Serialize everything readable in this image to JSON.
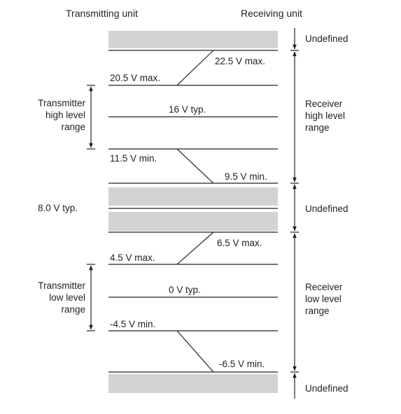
{
  "headers": {
    "transmitting": "Transmitting unit",
    "receiving": "Receiving unit"
  },
  "levels": {
    "rx_max_high": "22.5 V max.",
    "tx_max_high": "20.5 V max.",
    "tx_typ_high": "16 V typ.",
    "tx_min_high": "11.5 V min.",
    "rx_min_high": "9.5 V min.",
    "mid_typ": "8.0 V typ.",
    "rx_max_low": "6.5 V max.",
    "tx_max_low": "4.5 V max.",
    "tx_typ_low": "0 V typ.",
    "tx_min_low": "-4.5 V min.",
    "rx_min_low": "-6.5 V min."
  },
  "ranges": {
    "tx_high": [
      "Transmitter",
      "high level",
      "range"
    ],
    "tx_low": [
      "Transmitter",
      "low level",
      "range"
    ],
    "rx_high": [
      "Receiver",
      "high level",
      "range"
    ],
    "rx_low": [
      "Receiver",
      "low level",
      "range"
    ]
  },
  "undefined_label": "Undefined",
  "colors": {
    "line": "#222222",
    "shade": "#d3d3d3"
  }
}
